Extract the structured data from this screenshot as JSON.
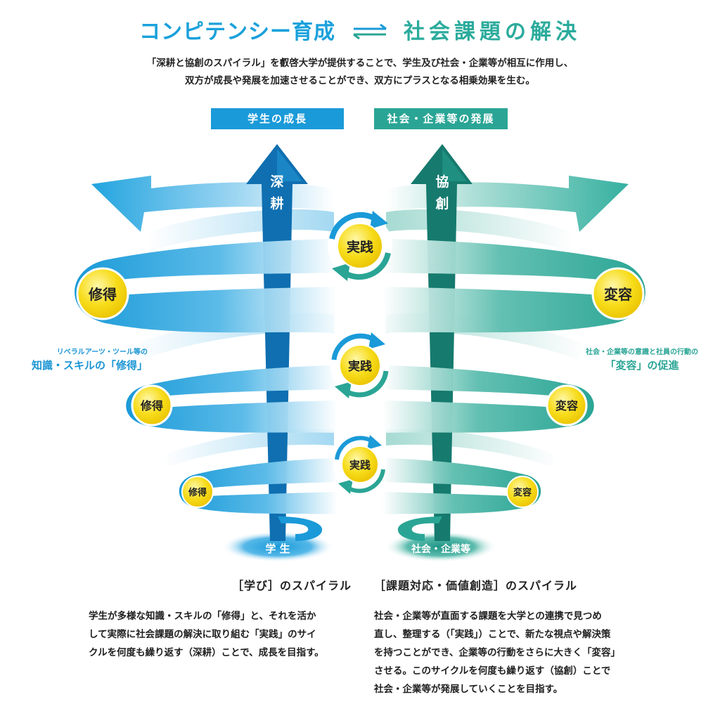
{
  "title": {
    "left": "コンピテンシー育成",
    "right": "社会課題の解決"
  },
  "intro": {
    "line1": "「深耕と協創のスパイラル」を叡啓大学が提供することで、学生及び社会・企業等が相互に作用し、",
    "line2": "双方が成長や発展を加速させることができ、双方にプラスとなる相乗効果を生む。"
  },
  "headers": {
    "left": "学生の成長",
    "right": "社会・企業等の発展"
  },
  "arrows": {
    "left_label": "深耕",
    "right_label": "協創"
  },
  "badges": {
    "practice": "実践",
    "acquire": "修得",
    "change": "変容"
  },
  "side_notes": {
    "left_small": "リベラルアーツ・ツール等の",
    "left_big": "知識・スキルの「修得」",
    "right_small": "社会・企業等の意識と社員の行動の",
    "right_big": "「変容」の促進"
  },
  "bases": {
    "left": "学 生",
    "right": "社会・企業等"
  },
  "captions": {
    "left": "［学び］のスパイラル",
    "right": "［課題対応・価値創造］のスパイラル"
  },
  "paragraphs": {
    "left": [
      "学生が多様な知識・スキルの「修得」と、それを活か",
      "して実際に社会課題の解決に取り組む「実践」のサイ",
      "クルを何度も繰り返す（深耕）ことで、成長を目指す。"
    ],
    "right": [
      "社会・企業等が直面する課題を大学との連携で見つめ",
      "直し、整理する（「実践」）ことで、新たな視点や解決策",
      "を持つことができ、企業等の行動をさらに大きく「変容」",
      "させる。このサイクルを何度も繰り返す（協創）ことで",
      "社会・企業等が発展していくことを目指す。"
    ]
  },
  "colors": {
    "blue": "#1a9ad8",
    "blue_dark": "#0f6fb0",
    "teal": "#2aa595",
    "teal_dark": "#167a6e",
    "yellow": "#f5d90a"
  }
}
